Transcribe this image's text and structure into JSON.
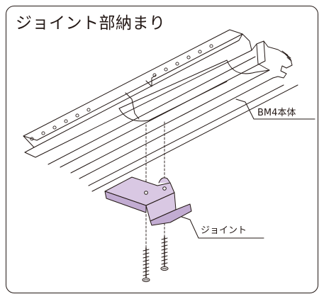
{
  "title": "ジョイント部納まり",
  "callouts": {
    "main_body": "BM4本体",
    "joint": "ジョイント"
  },
  "colors": {
    "line": "#231815",
    "joint_fill": "#d9c8e3",
    "joint_shadow": "#c2acd2",
    "background": "#ffffff"
  }
}
